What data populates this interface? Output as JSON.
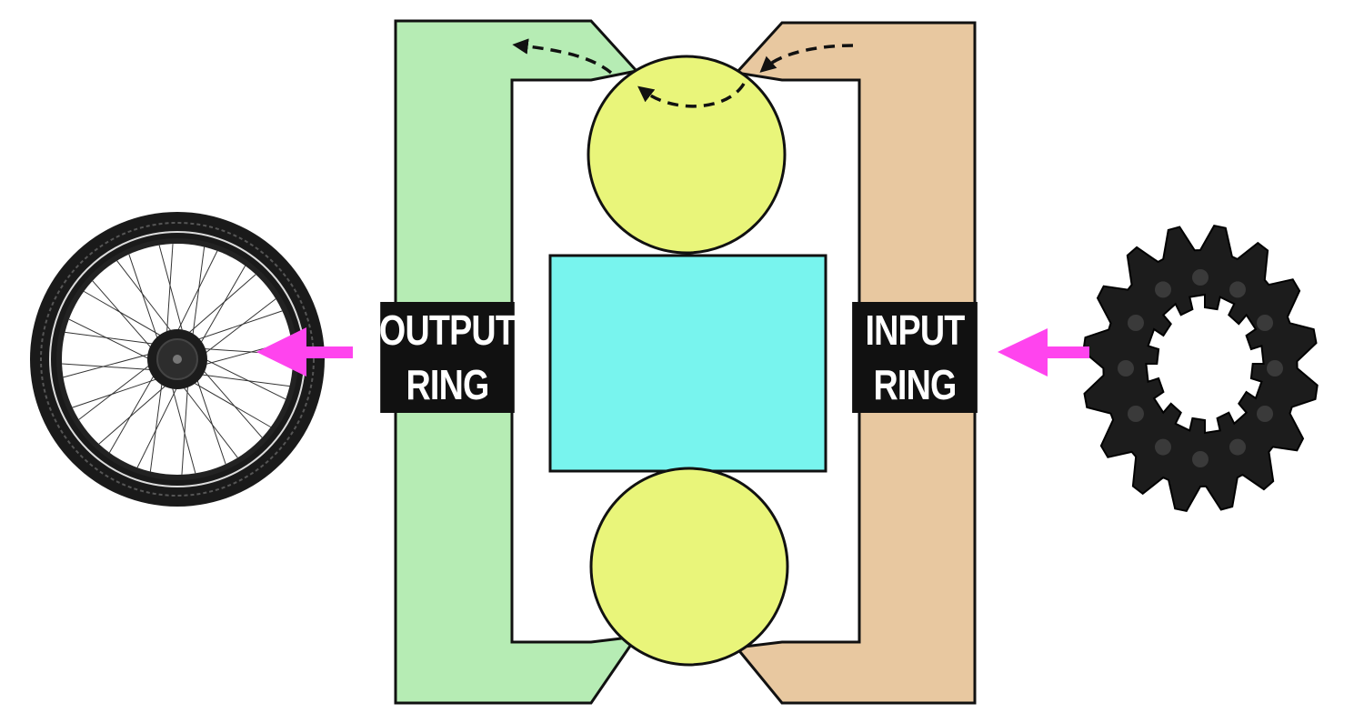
{
  "labels": {
    "output_line1": "OUTPUT",
    "output_line2": "RING",
    "input_line1": "INPUT",
    "input_line2": "RING"
  },
  "colors": {
    "output_ring": "#b6ecb4",
    "input_ring": "#e8c8a0",
    "planet": "#e9f57a",
    "carrier": "#78f4ee",
    "arrow": "#ff44ee",
    "outline": "#111111",
    "label_bg": "#111111",
    "label_text": "#ffffff"
  },
  "icons": {
    "left": "bicycle-wheel-icon",
    "right": "sprocket-icon"
  }
}
